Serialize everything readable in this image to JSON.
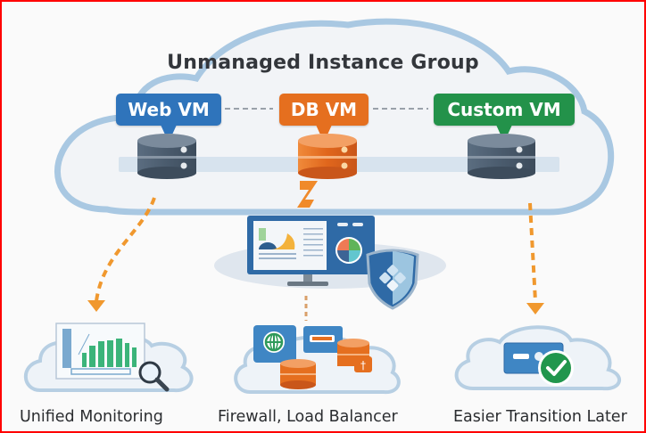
{
  "diagram": {
    "title": "Unmanaged Instance Group",
    "vms": [
      {
        "label": "Web VM",
        "color": "#2f74bb",
        "server_color": "#4d5f72"
      },
      {
        "label": "DB VM",
        "color": "#e56f1f",
        "server_color": "#e0661c"
      },
      {
        "label": "Custom VM",
        "color": "#23924a",
        "server_color": "#4d5f72"
      }
    ],
    "benefits": [
      {
        "label": "Unified Monitoring",
        "icon": "monitoring-dashboard-icon"
      },
      {
        "label": "Firewall, Load Balancer",
        "icon": "firewall-load-balancer-icon"
      },
      {
        "label": "Easier Transition Later",
        "icon": "transition-check-icon"
      }
    ],
    "colors": {
      "cloud_outline": "#a9c8e2",
      "arrow": "#f0982e",
      "frame": "#ff0000"
    }
  }
}
